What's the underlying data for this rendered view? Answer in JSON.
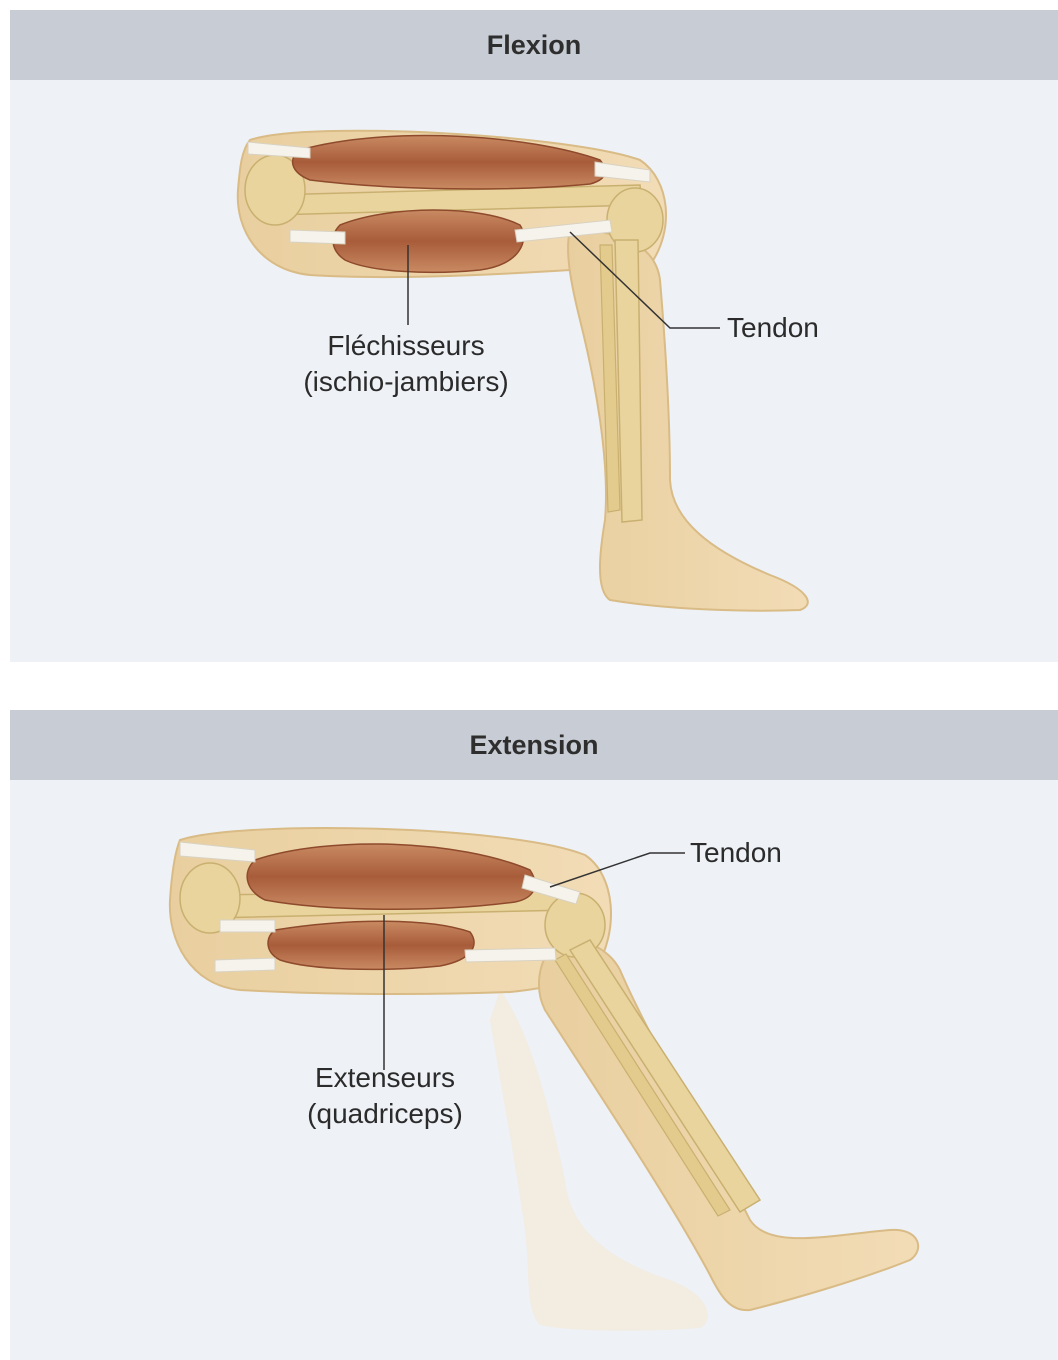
{
  "panels": [
    {
      "title": "Flexion",
      "labels": {
        "muscle_line1": "Fléchisseurs",
        "muscle_line2": "(ischio-jambiers)",
        "tendon": "Tendon"
      }
    },
    {
      "title": "Extension",
      "labels": {
        "muscle_line1": "Extenseurs",
        "muscle_line2": "(quadriceps)",
        "tendon": "Tendon"
      }
    }
  ],
  "colors": {
    "header_bg": "#c8ccd4",
    "panel_bg": "#eef1f6",
    "skin": "#ecd3a8",
    "bone": "#e6d29a",
    "muscle": "#b9704a",
    "tendon": "#f4f1ea"
  }
}
